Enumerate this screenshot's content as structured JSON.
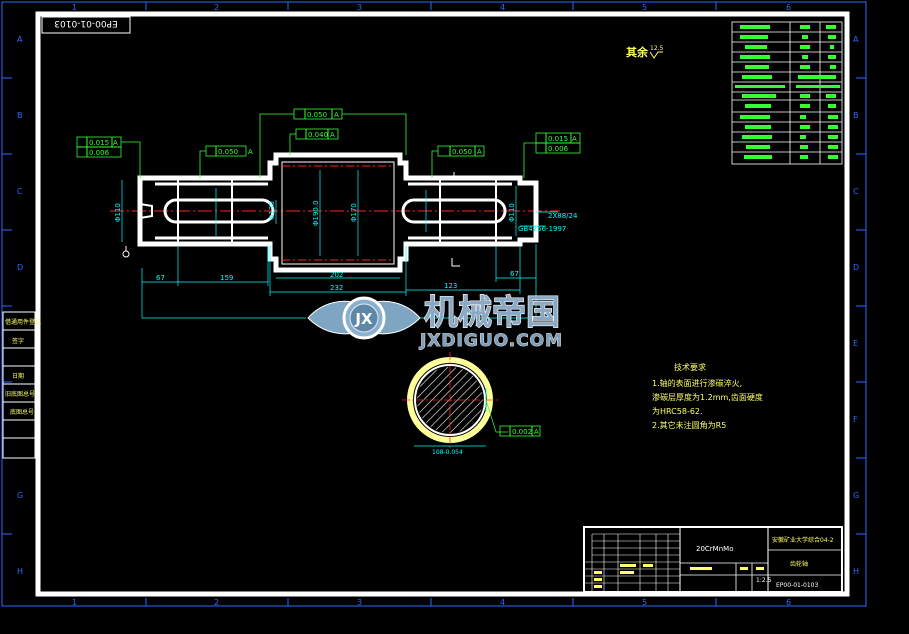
{
  "grid": {
    "columns": [
      "1",
      "2",
      "3",
      "4",
      "5",
      "6"
    ],
    "rows": [
      "A",
      "B",
      "C",
      "D",
      "E",
      "F",
      "G",
      "H"
    ]
  },
  "drawing_number_flipped": "EP00-01-0103",
  "surface": {
    "label": "其余",
    "value": "12.5"
  },
  "tolerances": {
    "t1": "0.050",
    "t1_ref": "A",
    "t2": "0.040",
    "t2_ref": "A",
    "t3": "0.050",
    "t3_ref": "A",
    "t4": "0.050",
    "t4_ref": "A",
    "t5a": "0.015",
    "t5a_ref": "A",
    "t5b": "0.006",
    "t6a": "0.015",
    "t6a_ref": "A",
    "t6b": "0.006",
    "t7": "0.002",
    "t7_ref": "A"
  },
  "dimensions": {
    "d_left": "Φ110",
    "d_body1": "Φ190.0",
    "d_body2": "Φ170",
    "d_mid": "Φ130",
    "d_right": "Φ110",
    "len_67_left": "67",
    "len_159": "159",
    "len_202": "202",
    "len_232": "232",
    "len_123": "123",
    "len_67_right": "67",
    "spline": "2X88/24",
    "spline_std": "GB4256-1997",
    "section_dim": "108-0.054"
  },
  "tech_requirements": {
    "title": "技术要求",
    "lines": [
      "1.轴的表面进行渗碳淬火,",
      "渗碳层厚度为1.2mm,齿面硬度",
      "为HRC58-62.",
      "2.其它未注圆角为R5"
    ]
  },
  "watermark": {
    "emblem": "JX",
    "cn": "机械帝国",
    "en": "JXDIGUO.COM"
  },
  "left_strip": [
    "借通用件登记",
    "旧底图总号",
    "底图总号",
    "签字",
    "日期"
  ],
  "title_block": {
    "material": "20CrMnMo",
    "company": "安徽矿业大学综合04-2",
    "part_name": "齿轮轴",
    "scale": "1:2.5",
    "number": "EP00-01-0103"
  },
  "colors": {
    "frame": "#ffffff",
    "line": "#33ff33",
    "dim": "#00ffff",
    "center": "#ff2222",
    "yellow": "#ffff66",
    "section_ring": "#ffff99"
  }
}
